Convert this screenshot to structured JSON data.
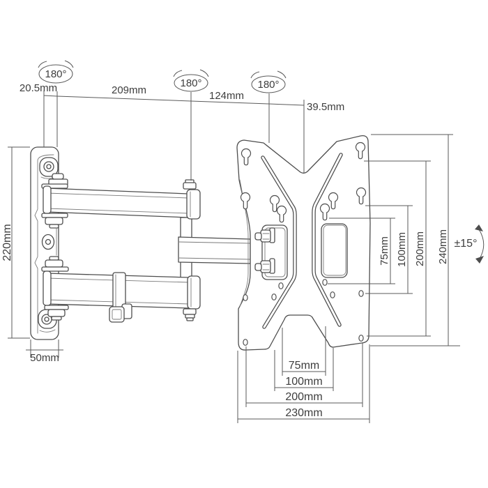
{
  "diagram": {
    "subject": "Articulating TV wall mount bracket — dimensional drawing",
    "units": "mm",
    "line_color": "#4d4d4d",
    "background": "#ffffff",
    "labels": {
      "swivel_wall": "180°",
      "swivel_elbow": "180°",
      "swivel_plate": "180°",
      "tilt_range": "±15°",
      "wall_offset": "20.5mm",
      "arm_extension": "209mm",
      "arm_front": "124mm",
      "plate_depth": "39.5mm",
      "wall_plate_height": "220mm",
      "wall_plate_width": "50mm",
      "vesa_width_75": "75mm",
      "vesa_width_100": "100mm",
      "vesa_width_200": "200mm",
      "plate_width": "230mm",
      "vesa_height_75": "75mm",
      "vesa_height_100": "100mm",
      "vesa_height_200": "200mm",
      "plate_height": "240mm"
    }
  }
}
